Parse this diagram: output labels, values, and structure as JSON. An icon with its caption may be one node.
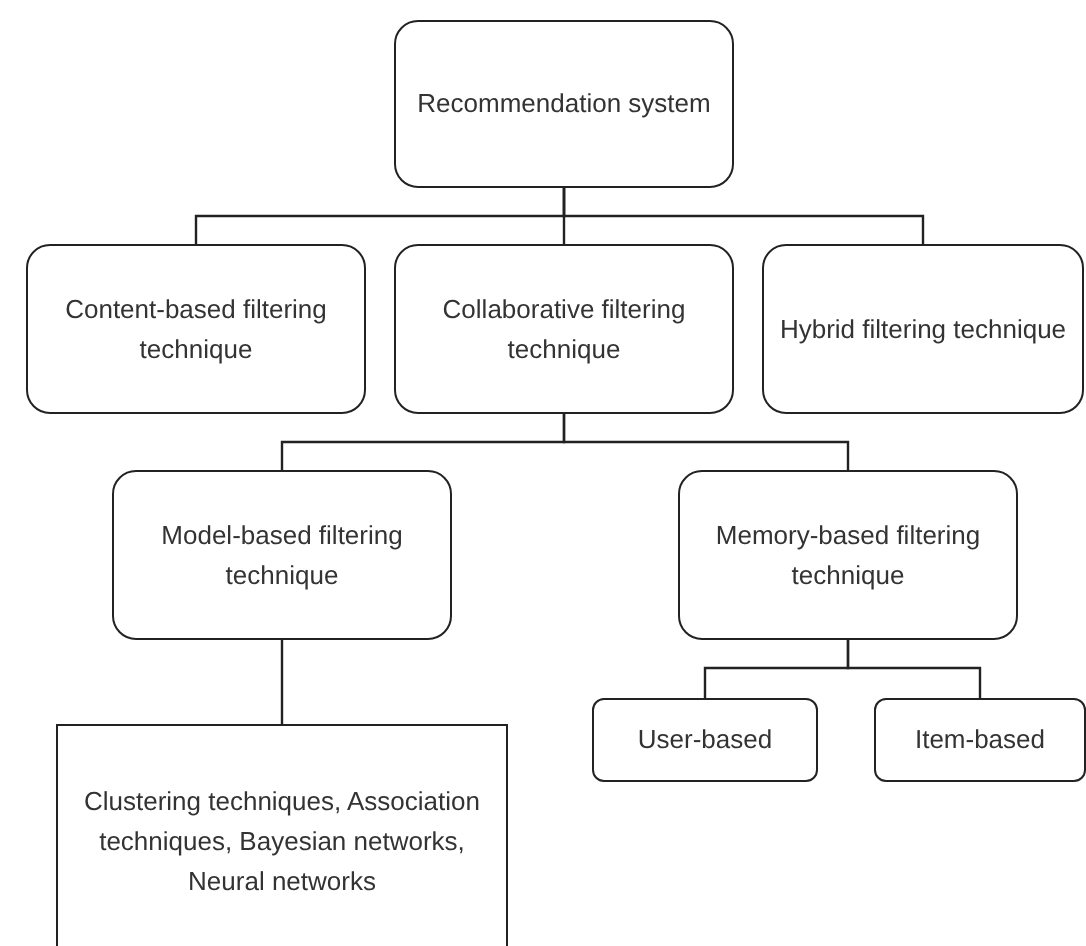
{
  "diagram": {
    "nodes": [
      {
        "text": [
          "Recommendation system"
        ]
      },
      {
        "text": [
          "Content-based filtering technique"
        ]
      },
      {
        "text": [
          "Collaborative filtering technique"
        ]
      },
      {
        "text": [
          "Hybrid filtering technique"
        ]
      },
      {
        "text": [
          "Model-based filtering technique"
        ]
      },
      {
        "text": [
          "Memory-based filtering technique"
        ]
      },
      {
        "text": [
          "Clustering techniques, Association techniques, Bayesian networks, Neural networks"
        ]
      },
      {
        "text": [
          "User-based"
        ]
      },
      {
        "text": [
          "Item-based"
        ]
      }
    ],
    "edges": [
      {
        "from": 0,
        "to": 1,
        "arrow": "none"
      },
      {
        "from": 0,
        "to": 2,
        "arrow": "none"
      },
      {
        "from": 0,
        "to": 3,
        "arrow": "none"
      },
      {
        "from": 2,
        "to": 4,
        "arrow": "none"
      },
      {
        "from": 2,
        "to": 5,
        "arrow": "none"
      },
      {
        "from": 4,
        "to": 6,
        "arrow": "none"
      },
      {
        "from": 5,
        "to": 7,
        "arrow": "none"
      },
      {
        "from": 5,
        "to": 8,
        "arrow": "none"
      }
    ]
  }
}
